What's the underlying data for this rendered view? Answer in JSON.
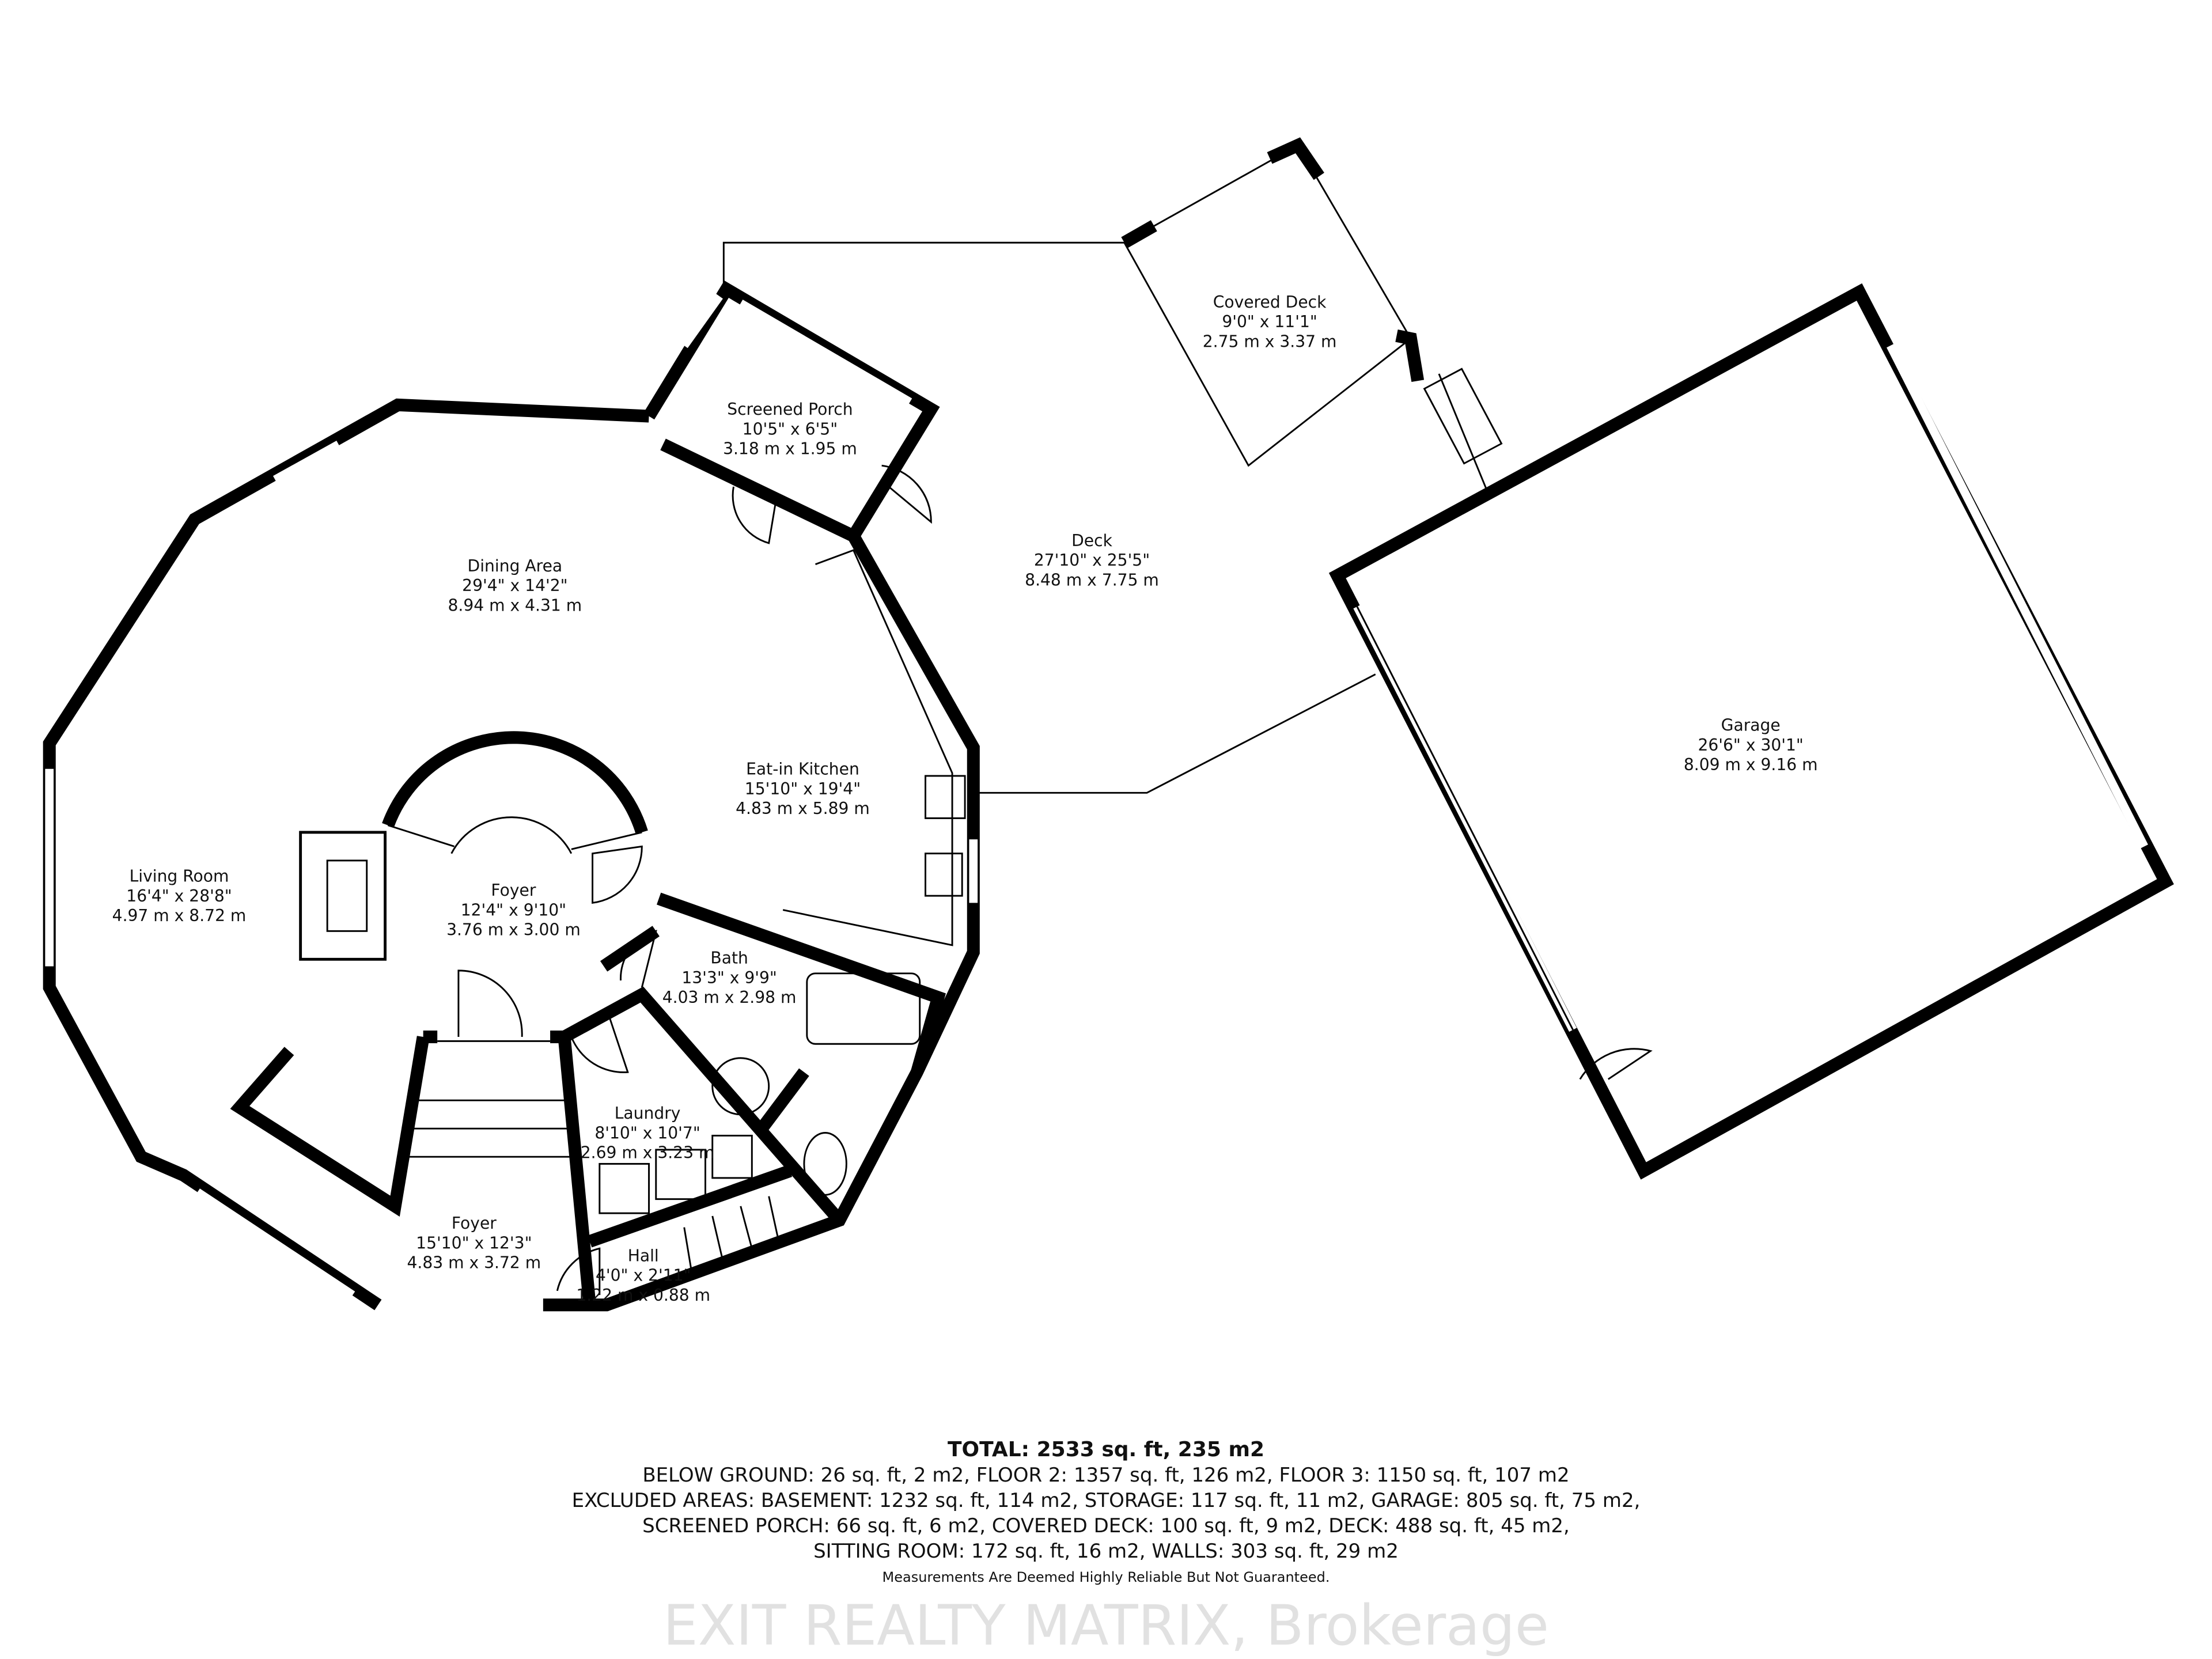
{
  "rooms": {
    "covered_deck": {
      "name": "Covered Deck",
      "imperial": "9'0\" x 11'1\"",
      "metric": "2.75 m x 3.37 m"
    },
    "screened_porch": {
      "name": "Screened Porch",
      "imperial": "10'5\" x 6'5\"",
      "metric": "3.18 m x 1.95 m"
    },
    "deck": {
      "name": "Deck",
      "imperial": "27'10\" x 25'5\"",
      "metric": "8.48 m x 7.75 m"
    },
    "dining": {
      "name": "Dining Area",
      "imperial": "29'4\" x 14'2\"",
      "metric": "8.94 m x 4.31 m"
    },
    "garage": {
      "name": "Garage",
      "imperial": "26'6\" x 30'1\"",
      "metric": "8.09 m x 9.16 m"
    },
    "kitchen": {
      "name": "Eat-in Kitchen",
      "imperial": "15'10\" x 19'4\"",
      "metric": "4.83 m x 5.89 m"
    },
    "living": {
      "name": "Living Room",
      "imperial": "16'4\" x 28'8\"",
      "metric": "4.97 m x 8.72 m"
    },
    "foyer_upper": {
      "name": "Foyer",
      "imperial": "12'4\" x 9'10\"",
      "metric": "3.76 m x 3.00 m"
    },
    "bath": {
      "name": "Bath",
      "imperial": "13'3\" x 9'9\"",
      "metric": "4.03 m x 2.98 m"
    },
    "laundry": {
      "name": "Laundry",
      "imperial": "8'10\" x 10'7\"",
      "metric": "2.69 m x 3.23 m"
    },
    "foyer_lower": {
      "name": "Foyer",
      "imperial": "15'10\" x 12'3\"",
      "metric": "4.83 m x 3.72 m"
    },
    "hall": {
      "name": "Hall",
      "imperial": "4'0\" x 2'11\"",
      "metric": "1.22 m x 0.88 m"
    }
  },
  "summary": {
    "total": "TOTAL: 2533 sq. ft, 235 m2",
    "line1": "BELOW GROUND: 26 sq. ft, 2 m2, FLOOR 2: 1357 sq. ft, 126 m2, FLOOR 3: 1150 sq. ft, 107 m2",
    "line2": "EXCLUDED AREAS: BASEMENT: 1232 sq. ft, 114 m2, STORAGE: 117 sq. ft, 11 m2, GARAGE: 805 sq. ft, 75 m2,",
    "line3": "SCREENED PORCH: 66 sq. ft, 6 m2, COVERED DECK: 100 sq. ft, 9 m2, DECK: 488 sq. ft, 45 m2,",
    "line4": "SITTING ROOM: 172 sq. ft, 16 m2, WALLS: 303 sq. ft, 29 m2",
    "note": "Measurements Are Deemed Highly Reliable But Not Guaranteed."
  },
  "watermark": "EXIT REALTY MATRIX, Brokerage"
}
